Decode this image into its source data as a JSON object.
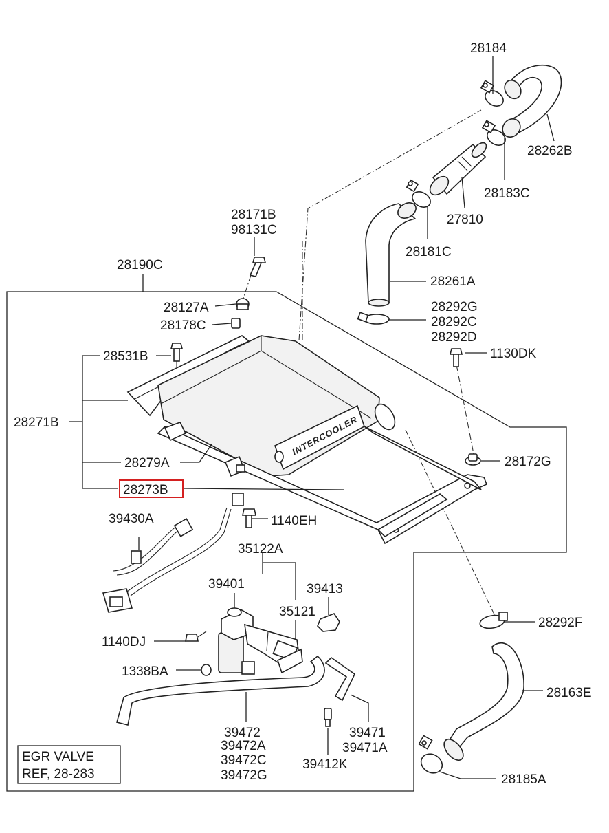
{
  "diagram": {
    "callouts": [
      {
        "key": "p28184",
        "text": "28184"
      },
      {
        "key": "p28262B",
        "text": "28262B"
      },
      {
        "key": "p28183C",
        "text": "28183C"
      },
      {
        "key": "p27810",
        "text": "27810"
      },
      {
        "key": "p28181C",
        "text": "28181C"
      },
      {
        "key": "p28261A",
        "text": "28261A"
      },
      {
        "key": "p28292G",
        "text": "28292G"
      },
      {
        "key": "p28292C",
        "text": "28292C"
      },
      {
        "key": "p28292D",
        "text": "28292D"
      },
      {
        "key": "p28171B",
        "text": "28171B"
      },
      {
        "key": "p98131C",
        "text": "98131C"
      },
      {
        "key": "p28190C",
        "text": "28190C"
      },
      {
        "key": "p28127A",
        "text": "28127A"
      },
      {
        "key": "p28178C",
        "text": "28178C"
      },
      {
        "key": "p28531B",
        "text": "28531B"
      },
      {
        "key": "p1130DK",
        "text": "1130DK"
      },
      {
        "key": "p28271B",
        "text": "28271B"
      },
      {
        "key": "p28279A",
        "text": "28279A"
      },
      {
        "key": "p28172G",
        "text": "28172G"
      },
      {
        "key": "p28273B",
        "text": "28273B"
      },
      {
        "key": "p39430A",
        "text": "39430A"
      },
      {
        "key": "p1140EH",
        "text": "1140EH"
      },
      {
        "key": "p35122A",
        "text": "35122A"
      },
      {
        "key": "p39401",
        "text": "39401"
      },
      {
        "key": "p39413",
        "text": "39413"
      },
      {
        "key": "p35121",
        "text": "35121"
      },
      {
        "key": "p28292F",
        "text": "28292F"
      },
      {
        "key": "p1140DJ",
        "text": "1140DJ"
      },
      {
        "key": "p28163E",
        "text": "28163E"
      },
      {
        "key": "p1338BA",
        "text": "1338BA"
      },
      {
        "key": "p39472",
        "text": "39472"
      },
      {
        "key": "p39472A",
        "text": "39472A"
      },
      {
        "key": "p39472C",
        "text": "39472C"
      },
      {
        "key": "p39472G",
        "text": "39472G"
      },
      {
        "key": "p39471",
        "text": "39471"
      },
      {
        "key": "p39471A",
        "text": "39471A"
      },
      {
        "key": "p39412K",
        "text": "39412K"
      },
      {
        "key": "p28185A",
        "text": "28185A"
      }
    ],
    "highlighted_callout": "28273B",
    "highlight_color": "#d42020",
    "intercooler_marking": "INTERCOOLER",
    "note": {
      "line1": "EGR VALVE",
      "line2": "REF, 28-283"
    }
  }
}
